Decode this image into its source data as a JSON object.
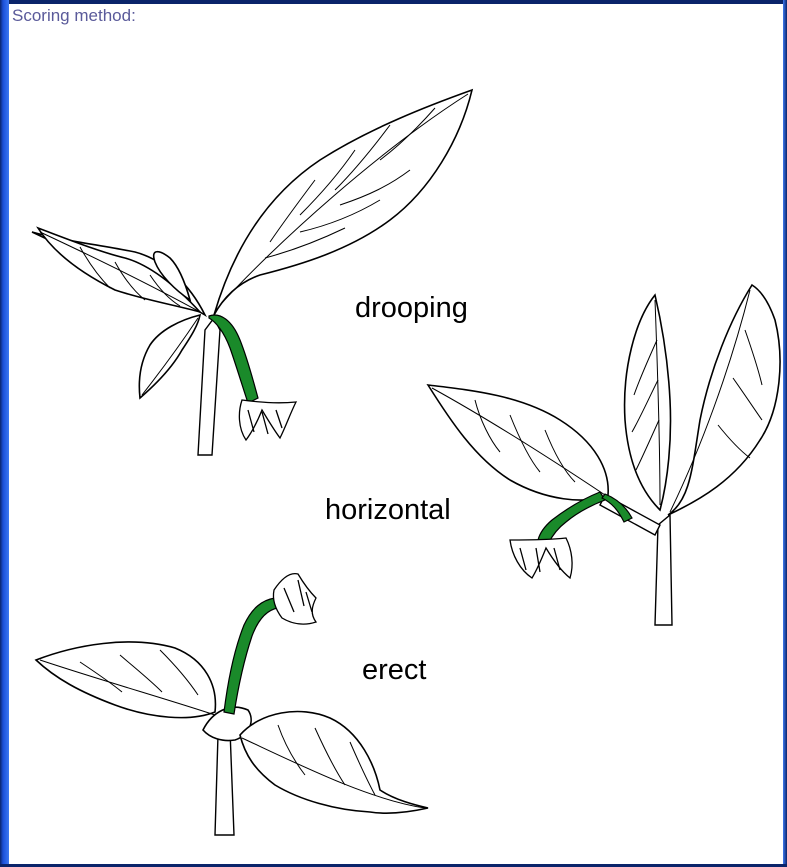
{
  "scoring_method_label": "Scoring method:",
  "labels": {
    "drooping": "drooping",
    "horizontal": "horizontal",
    "erect": "erect"
  },
  "colors": {
    "pedicel_green": "#1a8a2a",
    "window_border": "#0a246a",
    "label_color": "#5a5a9a"
  }
}
